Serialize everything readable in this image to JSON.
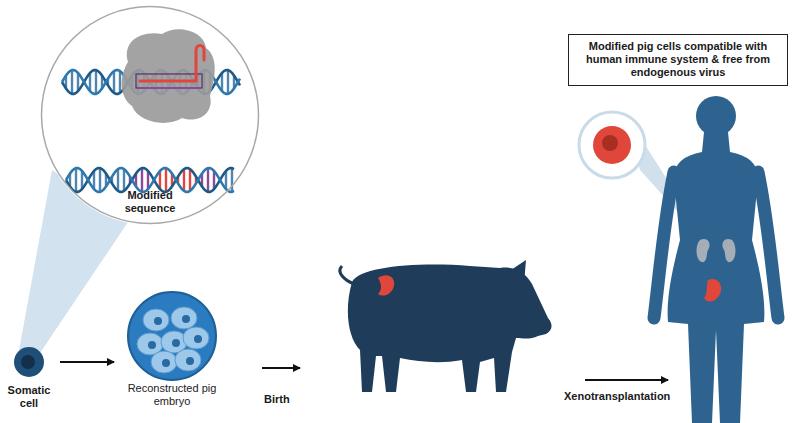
{
  "diagram": {
    "nodes": [
      {
        "text": [
          "Modified sequence"
        ]
      },
      {
        "text": [
          "Somatic cell"
        ]
      },
      {
        "text": [
          "Reconstructed pig embryo"
        ]
      },
      {
        "text": [
          "Modified pig cells compatible with human immune system & free from endogenous virus"
        ]
      }
    ],
    "edges": [
      {
        "from": 1,
        "to": 2,
        "arrow": "to"
      }
    ],
    "labels": [
      "Birth",
      "Xenotransplantation"
    ]
  }
}
